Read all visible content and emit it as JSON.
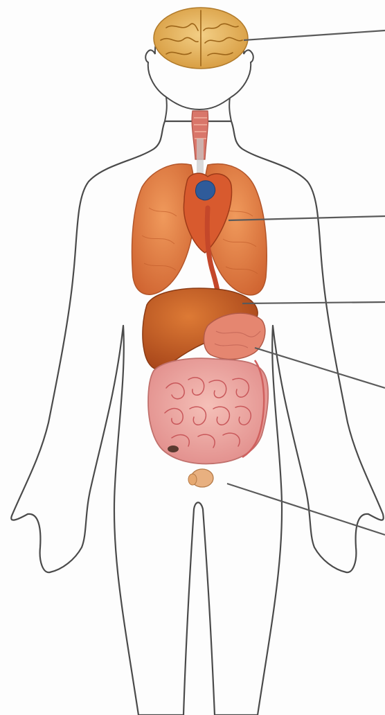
{
  "diagram": {
    "background_color": "#fdfdfd",
    "outline_color": "#4a4a4a",
    "leader_line_color": "#5a5a5a",
    "organs": [
      {
        "name": "brain",
        "color": "#e4b15a"
      },
      {
        "name": "trachea",
        "color": "#d9766a"
      },
      {
        "name": "lungs",
        "color": "#e07a45"
      },
      {
        "name": "heart",
        "color": "#d85a2e"
      },
      {
        "name": "liver",
        "color": "#c9581f"
      },
      {
        "name": "stomach",
        "color": "#e58670"
      },
      {
        "name": "intestines",
        "color": "#eba2a0"
      },
      {
        "name": "bladder",
        "color": "#e8b080"
      }
    ],
    "labels": []
  }
}
